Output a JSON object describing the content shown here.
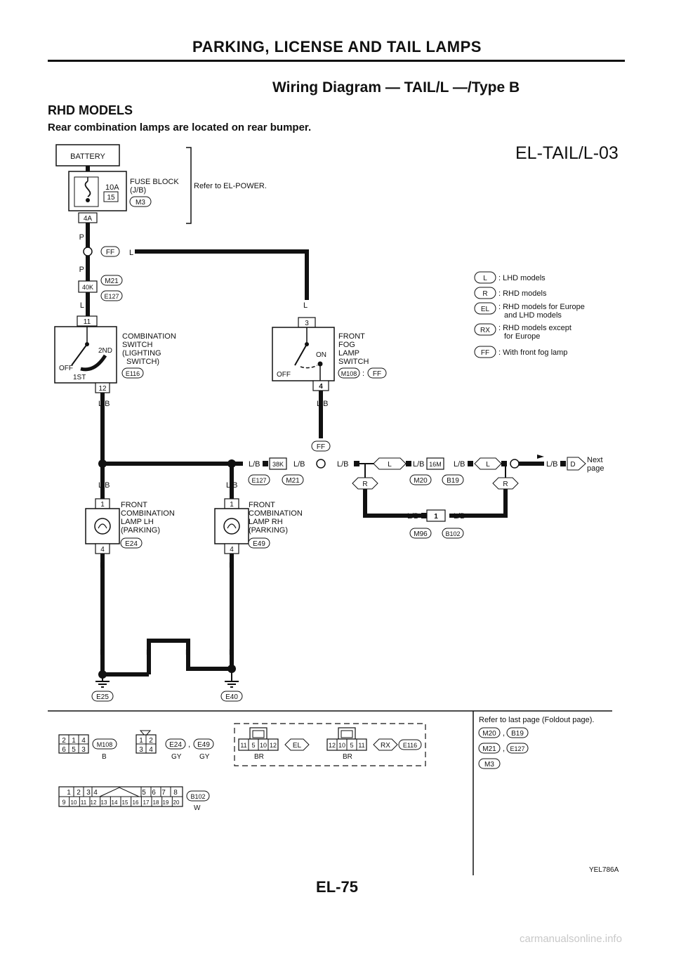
{
  "page": {
    "header": "PARKING, LICENSE AND TAIL LAMPS",
    "diagram_title": "Wiring Diagram — TAIL/L —/Type B",
    "section_title": "RHD MODELS",
    "section_note": "Rear combination lamps are located on rear bumper.",
    "page_number": "EL-75",
    "watermark": "carmanualsonline.info"
  },
  "diagram": {
    "code": "EL-TAIL/L-03",
    "battery": "BATTERY",
    "fuse": {
      "rating": "10A",
      "number": "15",
      "block_label_1": "FUSE BLOCK",
      "block_label_2": "(J/B)",
      "connector": "M3",
      "terminal": "4A"
    },
    "refer_power": "Refer to EL-POWER.",
    "wires": {
      "p": "P",
      "l": "L",
      "lb": "L/B",
      "b": "B"
    },
    "joint": {
      "ff": "FF",
      "c40k": "40K",
      "m21": "M21",
      "e127": "E127",
      "c38k": "38K",
      "m20": "M20",
      "b19": "B19",
      "c16m": "16M",
      "m96": "M96",
      "b102": "B102",
      "one": "1",
      "r": "R",
      "l": "L",
      "d": "D"
    },
    "combination_switch": {
      "pin_top": "11",
      "pin_bottom": "12",
      "label_1": "COMBINATION",
      "label_2": "SWITCH",
      "label_3": "(LIGHTING",
      "label_4": "SWITCH)",
      "connector": "E116",
      "pos_off": "OFF",
      "pos_1st": "1ST",
      "pos_2nd": "2ND"
    },
    "fog_switch": {
      "pin_top": "3",
      "pin_bottom": "4",
      "label_1": "FRONT",
      "label_2": "FOG",
      "label_3": "LAMP",
      "label_4": "SWITCH",
      "connector": "M108",
      "colon": ":",
      "option": "FF",
      "pos_off": "OFF",
      "pos_on": "ON"
    },
    "next_page_1": "Next",
    "next_page_2": "page",
    "lamp_lh": {
      "pin_top": "1",
      "pin_bottom": "4",
      "label_1": "FRONT",
      "label_2": "COMBINATION",
      "label_3": "LAMP LH",
      "label_4": "(PARKING)",
      "connector": "E24"
    },
    "lamp_rh": {
      "pin_top": "1",
      "pin_bottom": "4",
      "label_1": "FRONT",
      "label_2": "COMBINATION",
      "label_3": "LAMP RH",
      "label_4": "(PARKING)",
      "connector": "E49"
    },
    "grounds": {
      "left": "E25",
      "right": "E40"
    },
    "legend": [
      {
        "code": "L",
        "text_1": ": LHD models",
        "text_2": ""
      },
      {
        "code": "R",
        "text_1": ": RHD models",
        "text_2": ""
      },
      {
        "code": "EL",
        "text_1": ": RHD models for Europe",
        "text_2": "and LHD models"
      },
      {
        "code": "RX",
        "text_1": ": RHD models except",
        "text_2": "for Europe"
      },
      {
        "code": "FF",
        "text_1": ": With front fog lamp",
        "text_2": ""
      }
    ]
  },
  "connectors": {
    "m108": {
      "code": "M108",
      "color": "B",
      "pins_top": [
        "2",
        "1",
        "4"
      ],
      "pins_bottom": [
        "6",
        "5",
        "3"
      ]
    },
    "e24_e49": {
      "code_1": "E24",
      "code_2": "E49",
      "comma": ",",
      "color_1": "GY",
      "color_2": "GY",
      "pins_top": [
        "1",
        "2"
      ],
      "pins_bottom": [
        "3",
        "4"
      ]
    },
    "e116_el": {
      "pins": [
        "11",
        "5",
        "10",
        "12"
      ],
      "color": "BR",
      "option": "EL"
    },
    "e116_rx": {
      "pins": [
        "12",
        "10",
        "5",
        "11"
      ],
      "color": "BR",
      "option": "RX",
      "code": "E116"
    },
    "b102": {
      "code": "B102",
      "color": "W",
      "pins_top_left": [
        "1",
        "2",
        "3",
        "4"
      ],
      "pins_top_right": [
        "5",
        "6",
        "7",
        "8"
      ],
      "pins_bottom": [
        "9",
        "10",
        "11",
        "12",
        "13",
        "14",
        "15",
        "16",
        "17",
        "18",
        "19",
        "20"
      ]
    },
    "refer_foldout": "Refer to last page (Foldout page).",
    "foldout_row1": {
      "a": "M20",
      "comma": ",",
      "b": "B19"
    },
    "foldout_row2": {
      "a": "M21",
      "comma": ",",
      "b": "E127"
    },
    "foldout_row3": {
      "a": "M3"
    },
    "figure_id": "YEL786A"
  }
}
